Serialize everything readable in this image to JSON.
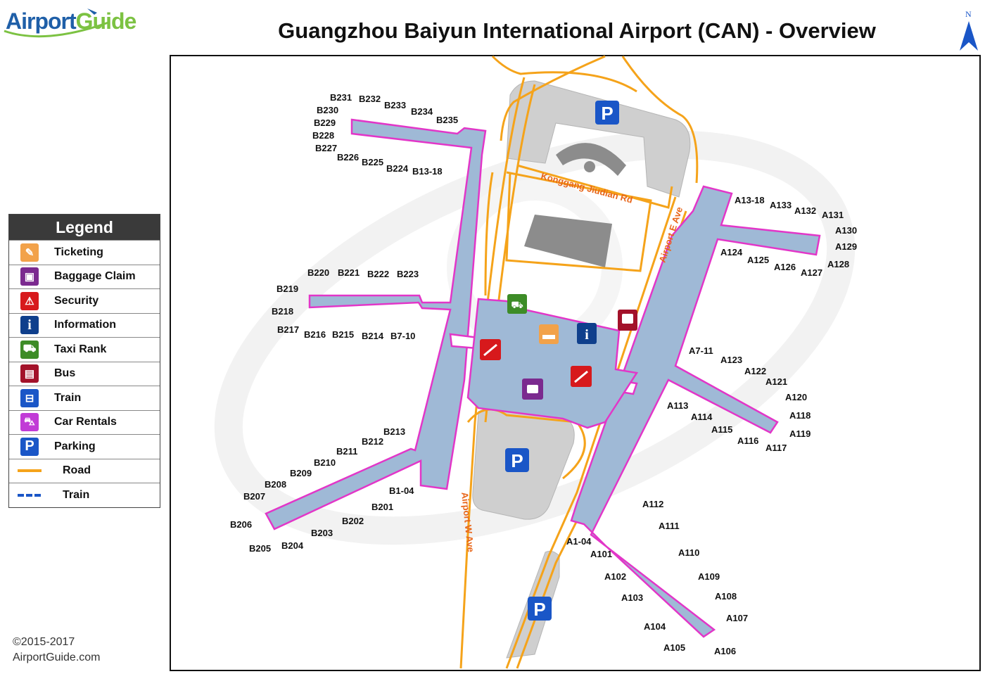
{
  "brand": {
    "logo_part1": "Airport",
    "logo_part2": "Guide",
    "colors": {
      "blue": "#1f5fa8",
      "green": "#7cc242"
    }
  },
  "title": "Guangzhou Baiyun International Airport (CAN) - Overview",
  "north_label": "N",
  "legend": {
    "title": "Legend",
    "items": [
      {
        "label": "Ticketing",
        "icon": "ticketing-icon",
        "color": "#f2a24a"
      },
      {
        "label": "Baggage Claim",
        "icon": "baggage-icon",
        "color": "#7b2a8f"
      },
      {
        "label": "Security",
        "icon": "security-icon",
        "color": "#d7191c"
      },
      {
        "label": "Information",
        "icon": "information-icon",
        "color": "#0f3f8c"
      },
      {
        "label": "Taxi Rank",
        "icon": "taxi-icon",
        "color": "#3d8c27"
      },
      {
        "label": "Bus",
        "icon": "bus-icon",
        "color": "#a3122a"
      },
      {
        "label": "Train",
        "icon": "train-icon",
        "color": "#1a56c7"
      },
      {
        "label": "Car Rentals",
        "icon": "car-rental-icon",
        "color": "#c13bd6"
      },
      {
        "label": "Parking",
        "icon": "parking-icon",
        "color": "#1a56c7"
      },
      {
        "label": "Road",
        "icon": "road-line",
        "color": "#f5a31a"
      },
      {
        "label": "Train",
        "icon": "train-line",
        "color": "#1a56c7"
      }
    ]
  },
  "roads": {
    "konggang": "Konggang Jiudian Rd",
    "east": "Airport E Ave",
    "west": "Airport W Ave"
  },
  "parking_symbol": "P",
  "colors": {
    "terminal": "#9fb9d6",
    "terminal_edge": "#e236c8",
    "road": "#f5a31a",
    "parking_lot": "#cfcfcf"
  },
  "gates": {
    "b_north": [
      "B231",
      "B232",
      "B233",
      "B234",
      "B235",
      "B230",
      "B229",
      "B228",
      "B227",
      "B226",
      "B225",
      "B224",
      "B13-18"
    ],
    "b_middle": [
      "B220",
      "B221",
      "B222",
      "B223",
      "B219",
      "B218",
      "B217",
      "B216",
      "B215",
      "B214",
      "B7-10"
    ],
    "b_south": [
      "B213",
      "B212",
      "B211",
      "B210",
      "B209",
      "B208",
      "B207",
      "B206",
      "B205",
      "B204",
      "B203",
      "B202",
      "B201",
      "B1-04"
    ],
    "a_north": [
      "A13-18",
      "A133",
      "A132",
      "A131",
      "A130",
      "A129",
      "A128",
      "A127",
      "A126",
      "A125",
      "A124"
    ],
    "a_middle": [
      "A7-11",
      "A123",
      "A122",
      "A121",
      "A120",
      "A118",
      "A119",
      "A117",
      "A116",
      "A115",
      "A114",
      "A113"
    ],
    "a_south": [
      "A112",
      "A111",
      "A110",
      "A109",
      "A108",
      "A107",
      "A106",
      "A105",
      "A104",
      "A103",
      "A102",
      "A101",
      "A1-04"
    ]
  },
  "copyright": [
    "©2015-2017",
    "AirportGuide.com"
  ]
}
